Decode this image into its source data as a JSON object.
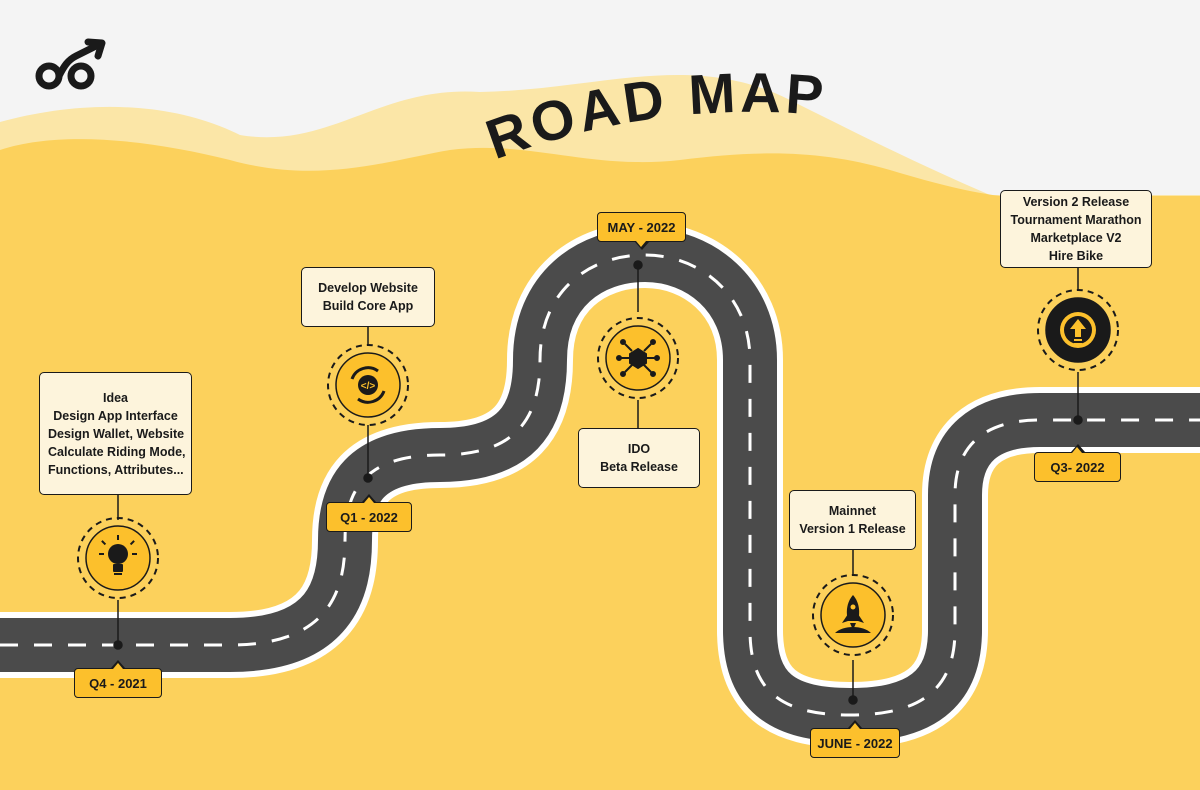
{
  "title": "ROAD MAP",
  "colors": {
    "background": "#f4f4f4",
    "hill_light": "#fbe6a7",
    "hill": "#fcd15c",
    "road": "#4b4b4b",
    "accent": "#fcc02c",
    "card": "#fdf4dc"
  },
  "logo": {
    "icon": "bike-growth-logo-icon"
  },
  "milestones": [
    {
      "date": "Q4 - 2021",
      "icon": "lightbulb-icon",
      "items": [
        "Idea",
        "Design App Interface",
        "Design Wallet, Website",
        "Calculate Riding Mode,",
        "Functions, Attributes..."
      ]
    },
    {
      "date": "Q1 - 2022",
      "icon": "code-sync-icon",
      "items": [
        "Develop Website",
        "Build Core App"
      ]
    },
    {
      "date": "MAY - 2022",
      "icon": "blockchain-cube-icon",
      "items": [
        "IDO",
        "Beta Release"
      ]
    },
    {
      "date": "JUNE - 2022",
      "icon": "rocket-icon",
      "items": [
        "Mainnet",
        "Version 1 Release"
      ]
    },
    {
      "date": "Q3- 2022",
      "icon": "upgrade-arrow-icon",
      "items": [
        "Version 2 Release",
        "Tournament Marathon",
        "Marketplace V2",
        "Hire Bike"
      ]
    }
  ]
}
